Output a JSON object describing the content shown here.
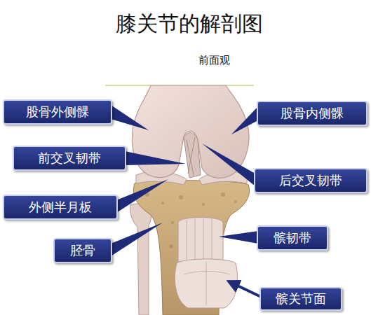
{
  "diagram": {
    "title": "膝关节的解剖图",
    "nodes": [
      {
        "text": [
          "股骨外侧髁"
        ]
      },
      {
        "text": [
          "股骨内侧髁"
        ]
      },
      {
        "text": [
          "前交叉韧带"
        ]
      },
      {
        "text": [
          "后交叉韧带"
        ]
      },
      {
        "text": [
          "外侧半月板"
        ]
      },
      {
        "text": [
          "髌韧带"
        ]
      },
      {
        "text": [
          "胫骨"
        ]
      },
      {
        "text": [
          "髌关节面"
        ]
      }
    ],
    "labels": [
      "前面观"
    ]
  }
}
